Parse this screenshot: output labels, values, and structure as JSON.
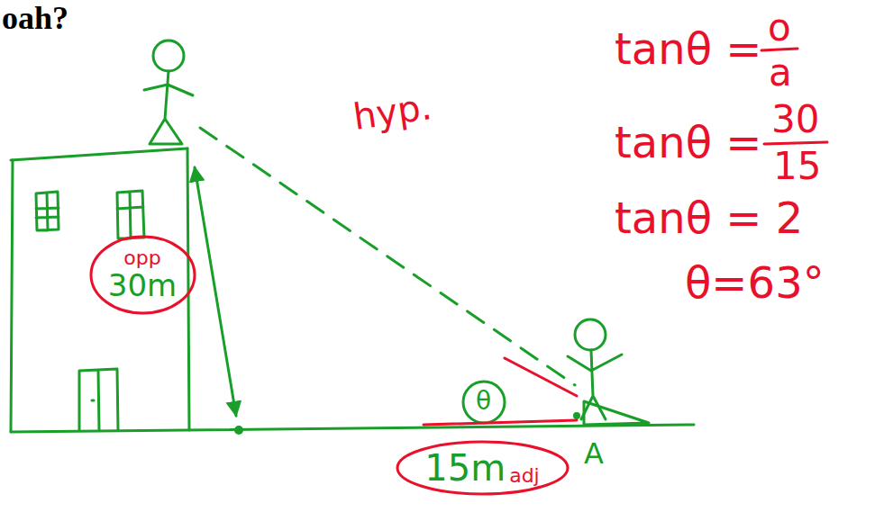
{
  "diagram": {
    "title": "oah?",
    "nodes": [
      {
        "text": [
          "opp",
          "30m"
        ]
      },
      {
        "text": [
          "15m",
          "adj"
        ]
      }
    ],
    "labels": [
      "hyp.",
      "θ",
      "A",
      "tanθ =",
      "o",
      "a",
      "tanθ =",
      "30",
      "15",
      "tanθ = 2",
      "θ=63°"
    ]
  }
}
